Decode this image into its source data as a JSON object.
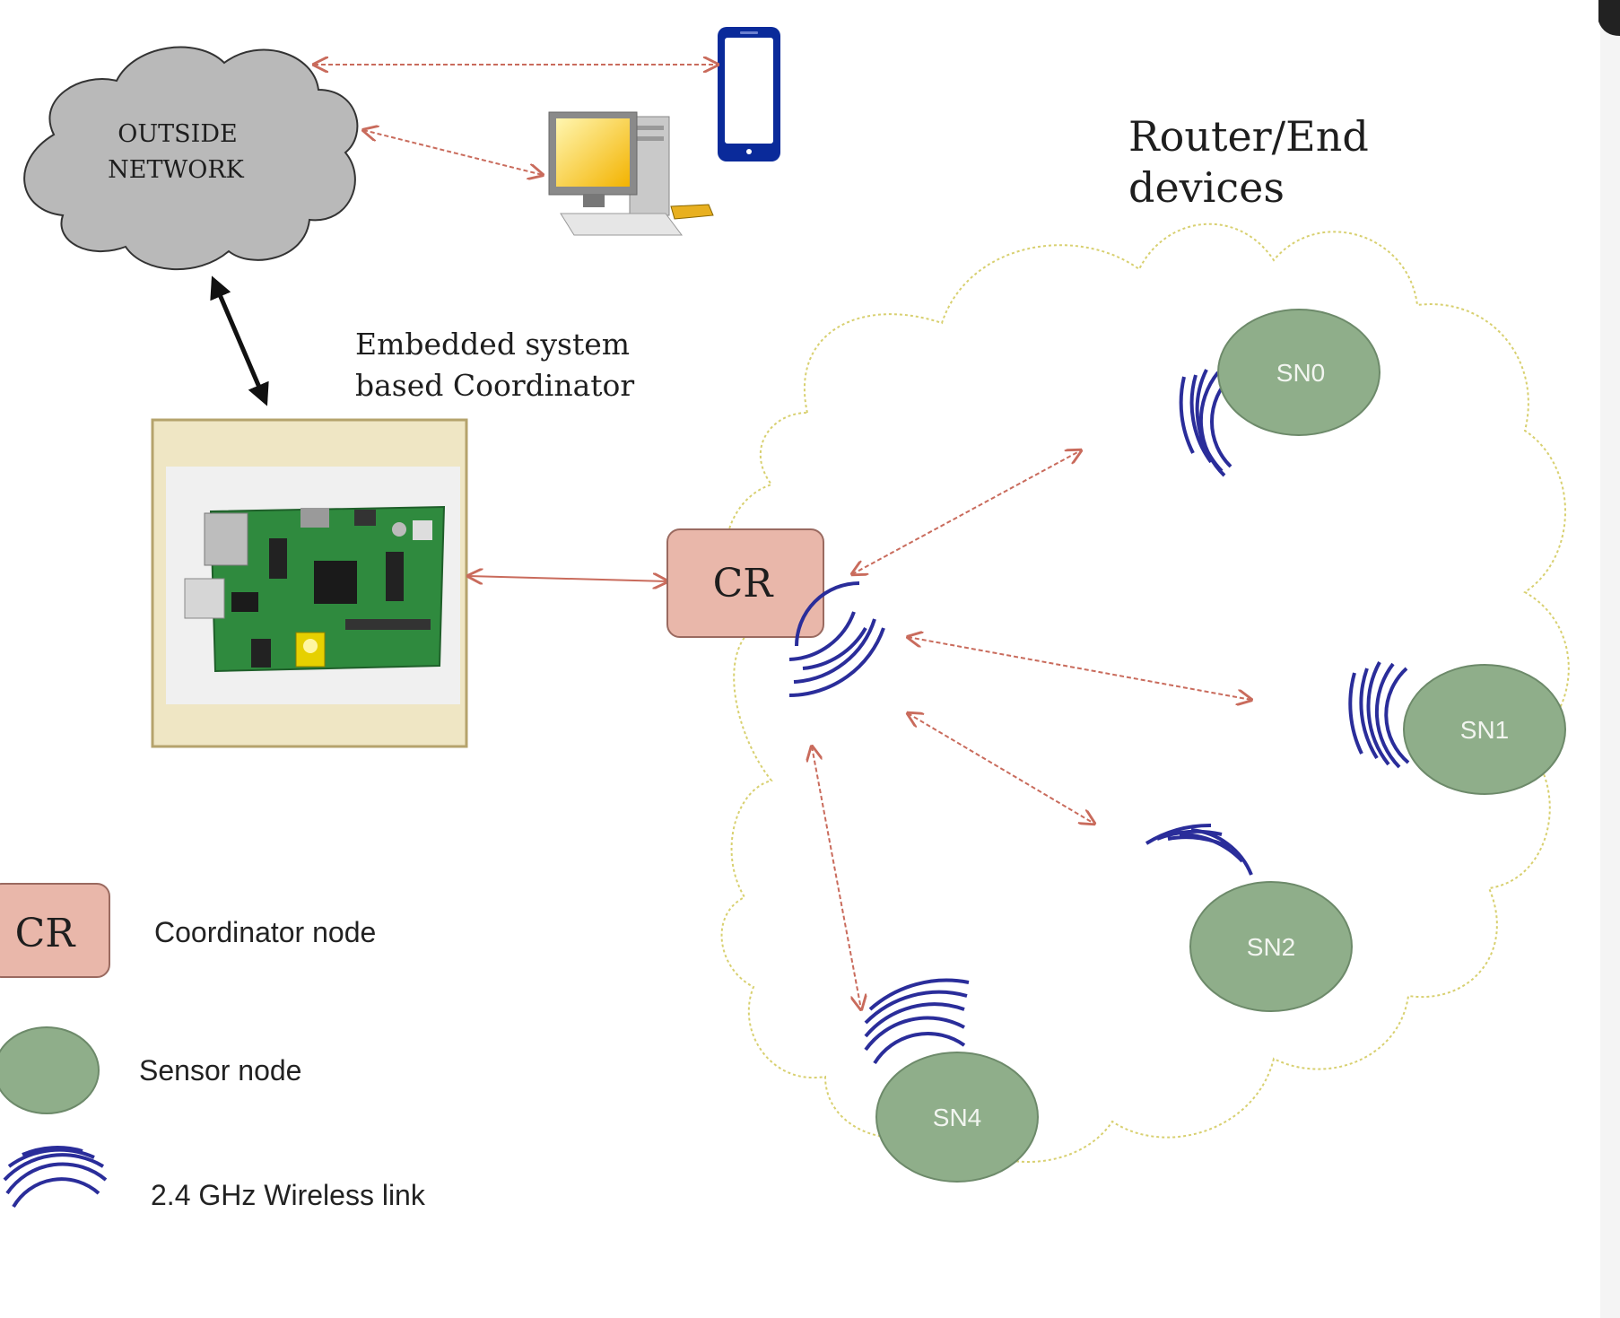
{
  "outside_network": {
    "line1": "OUTSIDE",
    "line2": "NETWORK"
  },
  "router_label": {
    "line1": "Router/End",
    "line2": "devices"
  },
  "embedded_label": {
    "line1": "Embedded system",
    "line2": "based Coordinator"
  },
  "coordinator": {
    "label": "CR"
  },
  "sensor_nodes": [
    {
      "label": "SN0"
    },
    {
      "label": "SN1"
    },
    {
      "label": "SN2"
    },
    {
      "label": "SN4"
    }
  ],
  "legend": {
    "coordinator_symbol": "CR",
    "coordinator_text": "Coordinator node",
    "sensor_text": "Sensor node",
    "wireless_text": "2.4 GHz Wireless link"
  },
  "colors": {
    "coordinator_fill": "#e9b7aa",
    "sensor_fill": "#8fae8a",
    "wireless": "#2a2d9a",
    "cloud_gray": "#b9b9b9",
    "dashed_arrow": "#c96b5c",
    "mesh_outline": "#d8d070"
  }
}
